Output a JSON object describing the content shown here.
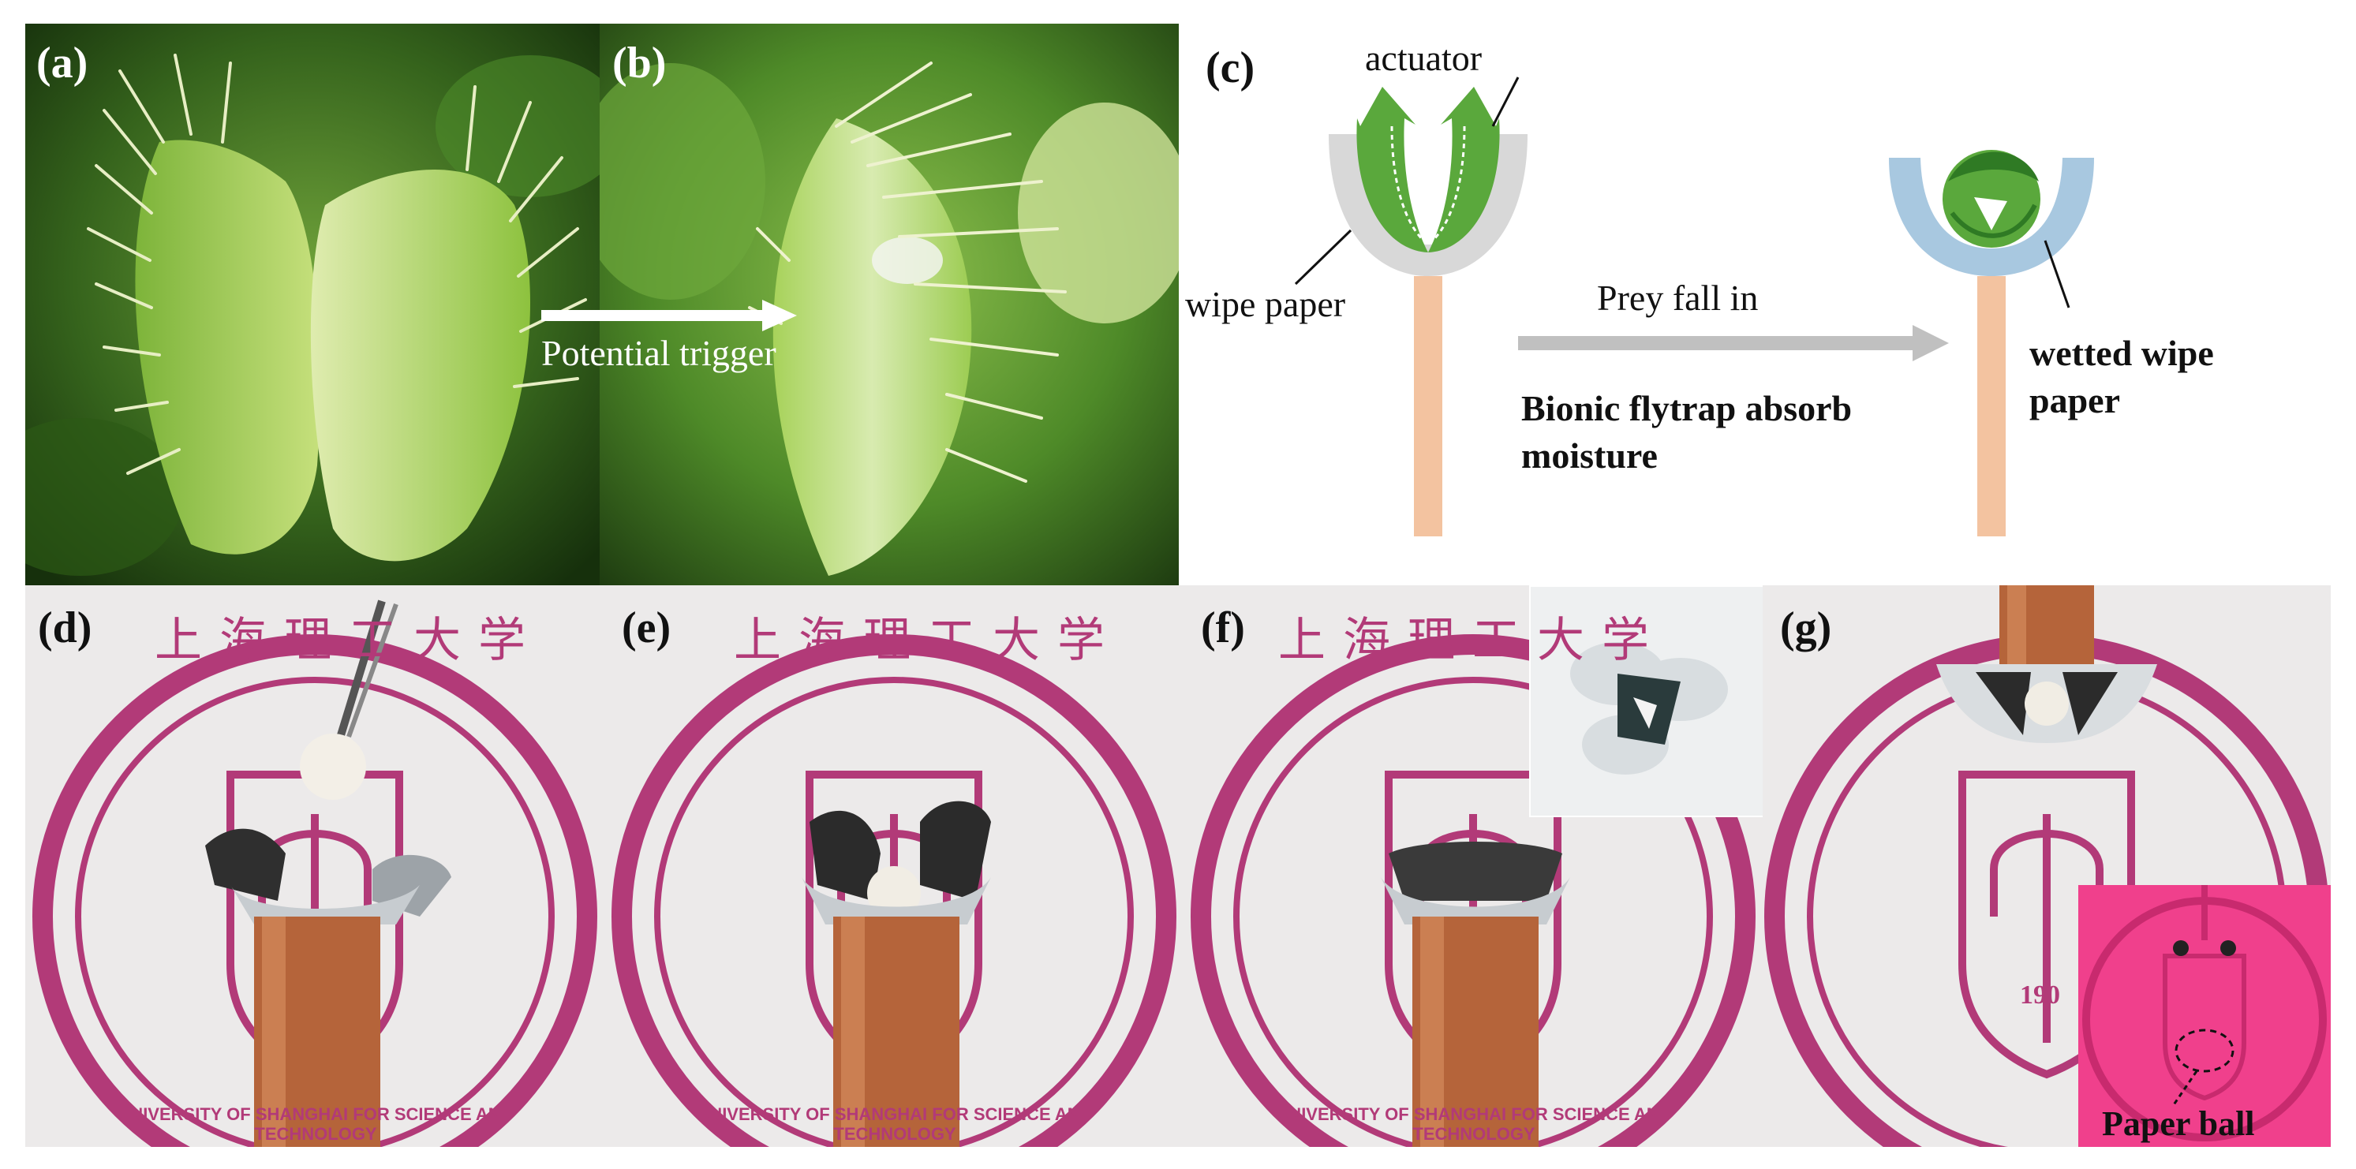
{
  "panels": {
    "a": {
      "label": "(a)"
    },
    "b": {
      "label": "(b)",
      "arrow_text": "Potential trigger"
    },
    "c": {
      "label": "(c)",
      "actuator": "actuator",
      "wipe_paper": "wipe paper",
      "arrow_top": "Prey fall in",
      "arrow_bottom_line1": "Bionic flytrap absorb",
      "arrow_bottom_line2": "moisture",
      "wetted_line1": "wetted wipe",
      "wetted_line2": "paper"
    },
    "d": {
      "label": "(d)"
    },
    "e": {
      "label": "(e)"
    },
    "f": {
      "label": "(f)"
    },
    "g": {
      "label": "(g)",
      "inset_text": "Paper ball",
      "year": "190"
    }
  },
  "seal": {
    "chinese": "上海理工大学",
    "english": "UNIVERSITY OF SHANGHAI FOR SCIENCE AND TECHNOLOGY"
  },
  "colors": {
    "plant_green": "#8fc24a",
    "seal_magenta": "#b23a78",
    "copper": "#b5643a",
    "inset_pink": "#f0408c",
    "diagram_green": "#5aa83c",
    "wetted_blue": "#a8c8e0",
    "stem": "#f3c3a0"
  }
}
